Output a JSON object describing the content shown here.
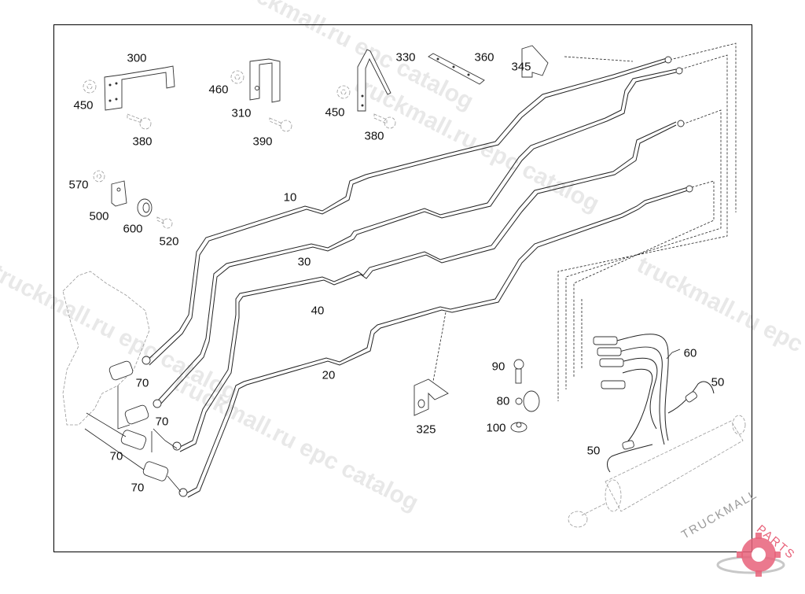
{
  "diagram": {
    "type": "parts-catalog-exploded-view",
    "labels": [
      {
        "id": "p300",
        "text": "300"
      },
      {
        "id": "p450a",
        "text": "450"
      },
      {
        "id": "p380a",
        "text": "380"
      },
      {
        "id": "p460",
        "text": "460"
      },
      {
        "id": "p310",
        "text": "310"
      },
      {
        "id": "p390",
        "text": "390"
      },
      {
        "id": "p330",
        "text": "330"
      },
      {
        "id": "p450b",
        "text": "450"
      },
      {
        "id": "p380b",
        "text": "380"
      },
      {
        "id": "p360",
        "text": "360"
      },
      {
        "id": "p345",
        "text": "345"
      },
      {
        "id": "p570",
        "text": "570"
      },
      {
        "id": "p500",
        "text": "500"
      },
      {
        "id": "p600",
        "text": "600"
      },
      {
        "id": "p520",
        "text": "520"
      },
      {
        "id": "p10",
        "text": "10"
      },
      {
        "id": "p30",
        "text": "30"
      },
      {
        "id": "p40",
        "text": "40"
      },
      {
        "id": "p20",
        "text": "20"
      },
      {
        "id": "p70a",
        "text": "70"
      },
      {
        "id": "p70b",
        "text": "70"
      },
      {
        "id": "p70c",
        "text": "70"
      },
      {
        "id": "p70d",
        "text": "70"
      },
      {
        "id": "p325",
        "text": "325"
      },
      {
        "id": "p90",
        "text": "90"
      },
      {
        "id": "p80",
        "text": "80"
      },
      {
        "id": "p100",
        "text": "100"
      },
      {
        "id": "p60",
        "text": "60"
      },
      {
        "id": "p50a",
        "text": "50"
      },
      {
        "id": "p50b",
        "text": "50"
      }
    ]
  },
  "watermarks": [
    {
      "text": "truckmall.ru epc catalog"
    },
    {
      "text": "truckmall.ru epc catalog"
    },
    {
      "text": "truckmall.ru epc catalog"
    },
    {
      "text": "truckmall.ru epc catalog"
    },
    {
      "text": "truckmall.ru epc catalog"
    }
  ],
  "logo": {
    "brand_left": "TRUCKMALL",
    "brand_right": "PARTS",
    "accent_color": "#e8627a",
    "gray_color": "#9a9a9a"
  }
}
